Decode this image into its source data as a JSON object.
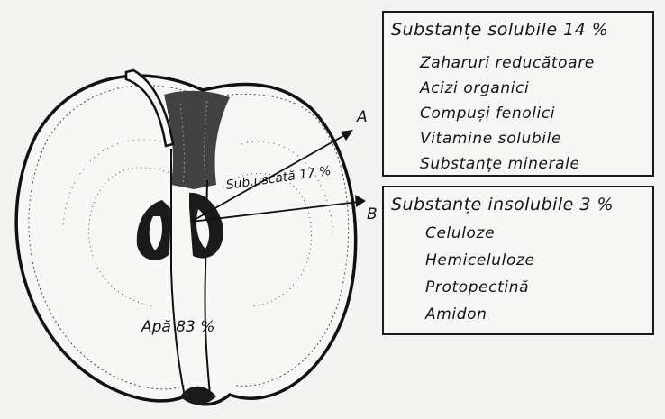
{
  "soluble": {
    "title": "Substanțe solubile 14 %",
    "items": [
      "Zaharuri reducătoare",
      "Acizi organici",
      "Compuși fenolici",
      "Vitamine solubile",
      "Substanțe minerale"
    ]
  },
  "insoluble": {
    "title": "Substanțe insolubile 3 %",
    "items": [
      "Celuloze",
      "Hemiceluloze",
      "Protopectină",
      "Amidon"
    ]
  },
  "labels": {
    "dry_matter": "Sub.uscată 17 %",
    "water": "Apă 83 %",
    "arrow_a": "A",
    "arrow_b": "B"
  },
  "colors": {
    "ink": "#141414",
    "paper": "#f3f3f1"
  }
}
